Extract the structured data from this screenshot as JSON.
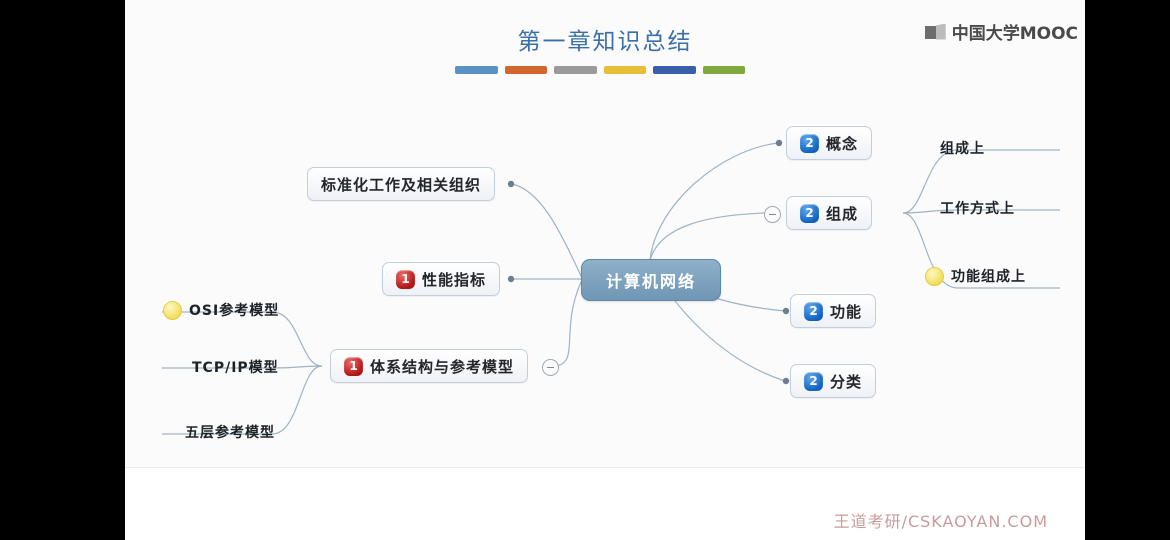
{
  "frame": {
    "left_bar_color": "#000000",
    "right_bar_color": "#000000"
  },
  "header": {
    "title": "第一章知识总结",
    "title_color": "#3a6fa8",
    "accent_bars": [
      "#5b92c6",
      "#d2662f",
      "#9a9a9a",
      "#e8bd3a",
      "#3a5fa8",
      "#7fa93f"
    ],
    "logo_text": "中国大学MOOC"
  },
  "mindmap": {
    "center": {
      "label": "计算机网络"
    },
    "right_branches": [
      {
        "label": "概念",
        "badge": "2",
        "badge_color": "#1162c0",
        "collapsed": false
      },
      {
        "label": "组成",
        "badge": "2",
        "badge_color": "#1162c0",
        "collapsed": true
      },
      {
        "label": "功能",
        "badge": "2",
        "badge_color": "#1162c0",
        "collapsed": false
      },
      {
        "label": "分类",
        "badge": "2",
        "badge_color": "#1162c0",
        "collapsed": false
      }
    ],
    "right_subbranches": [
      {
        "label": "组成上",
        "icon": null
      },
      {
        "label": "工作方式上",
        "icon": null
      },
      {
        "label": "功能组成上",
        "icon": "yellow-dot-icon"
      }
    ],
    "left_branches": [
      {
        "label": "标准化工作及相关组织",
        "badge": null,
        "collapsed": false
      },
      {
        "label": "性能指标",
        "badge": "1",
        "badge_color": "#b01414",
        "collapsed": false
      },
      {
        "label": "体系结构与参考模型",
        "badge": "1",
        "badge_color": "#b01414",
        "collapsed": true
      }
    ],
    "left_subbranches": [
      {
        "label": "OSI参考模型",
        "icon": "yellow-dot-icon"
      },
      {
        "label": "TCP/IP模型",
        "icon": null
      },
      {
        "label": "五层参考模型",
        "icon": null
      }
    ]
  },
  "footer": {
    "watermark": "王道考研/CSKAOYAN.COM",
    "watermark_color": "#c79c9c"
  }
}
